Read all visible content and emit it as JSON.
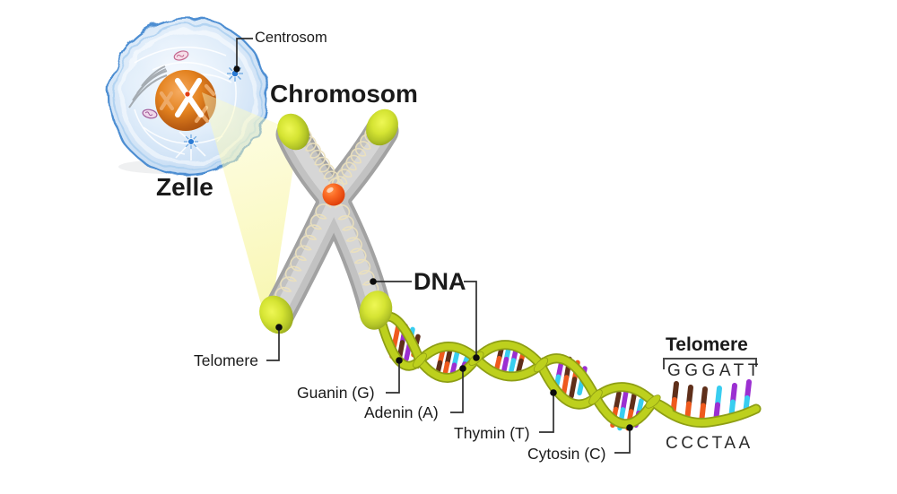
{
  "background": "#ffffff",
  "labels": {
    "centrosome": "Centrosom",
    "cell": "Zelle",
    "chromosome": "Chromosom",
    "dna": "DNA",
    "telomere_left": "Telomere",
    "guanine": "Guanin (G)",
    "adenine": "Adenin (A)",
    "thymine": "Thymin (T)",
    "cytosine": "Cytosin (C)",
    "telomere_right": "Telomere",
    "sequence_top": "GGGATT",
    "sequence_bottom": "CCCTAA"
  },
  "colors": {
    "guanine": "#5f2f1a",
    "adenine": "#9b2fd1",
    "thymine": "#38cdf0",
    "cytosine": "#ef5a1d",
    "strand": "#bdd01d",
    "strand_dark": "#8e9e14",
    "telomere_cap": "#d9e838",
    "centromere": "#f4511e",
    "chromosome_body": "#b5b5b5",
    "cell_membrane": "#4d8ed2",
    "cell_fill": "#dcebf9",
    "nucleus": "#d9791f",
    "beam": "#f7f5a3",
    "centrosome_dot": "#2b7bd4",
    "connector": "#2e2e2e",
    "label_text": "#1a1a1a"
  }
}
